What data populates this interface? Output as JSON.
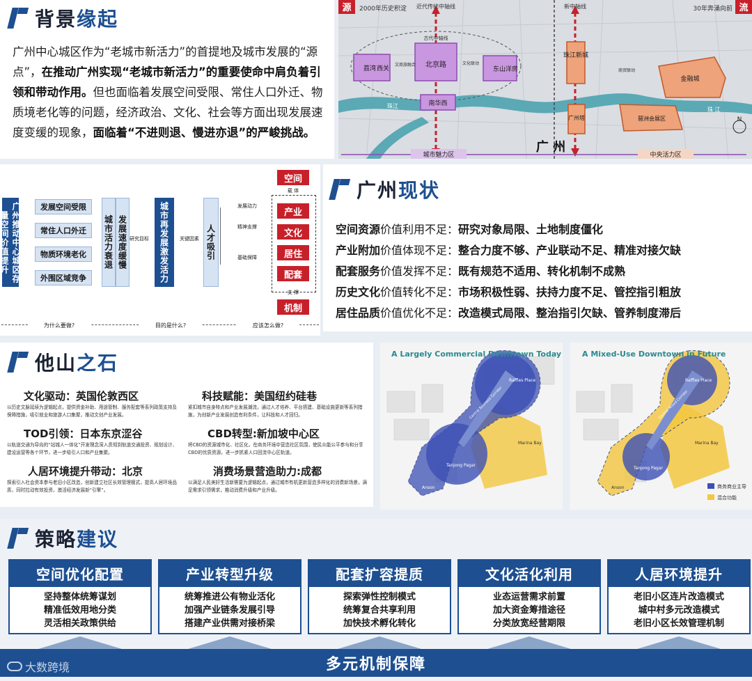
{
  "background": {
    "title_a": "背景",
    "title_b": "缘起",
    "p1": "广州中心城区作为“老城市新活力”的首提地及城市发展的“源点”，",
    "p2": "在推动广州实现“老城市新活力”的重要使命中肩负着引领和带动作用。",
    "p3": "但也面临着发展空间受限、常住人口外迁、物质境老化等的问题，经济政治、文化、社会等方面出现发展速度变缓的现象，",
    "p4": "面临着“不进则退、慢进亦退”的严峻挑战。"
  },
  "map": {
    "badge_left": "源",
    "label_left": "2000年历史积淀",
    "badge_right": "流",
    "label_right": "30年奔涌向前",
    "axis_old": "近代传统中轴线",
    "axis_new": "新中轴线",
    "axis_ancient": "古代中轴线",
    "north": "N",
    "city": "广 州",
    "zone_left": "城市魅力区",
    "zone_right": "中央活力区",
    "areas": [
      "荔湾",
      "西关",
      "北京路",
      "东山",
      "洋房",
      "南华西",
      "珠江新城",
      "广州塔",
      "金融城",
      "琶洲会展区",
      "珠江",
      "珠 江"
    ],
    "links": [
      "文商旅融合",
      "文化联动",
      "商贸联动"
    ]
  },
  "flow": {
    "left_title": "广州推动中心城区存量空间价值提升",
    "items": [
      "发展空间受限",
      "常住人口外迁",
      "物质环境老化",
      "外围区域竞争"
    ],
    "mid1": "城市活力衰退",
    "mid2": "发展速度缓慢",
    "label_goal": "研究目标",
    "mid3": "城市再发展激发活力",
    "label_key": "关键因素",
    "talent": "人才吸引",
    "drives": [
      "发展动力",
      "精神支撑",
      "基础保障"
    ],
    "top": "空间",
    "carrier": "载 体",
    "factors": [
      "产业",
      "文化",
      "居住",
      "配套"
    ],
    "support": "支 撑",
    "bottom": "机制",
    "q1": "为什么要做?",
    "q2": "目的是什么?",
    "q3": "应该怎么做?"
  },
  "status": {
    "title_a": "广州",
    "title_b": "现状",
    "rows": [
      {
        "k": "空间资源",
        "m": "价值利用不足：",
        "v": "研究对象局限、土地制度僵化"
      },
      {
        "k": "产业附加",
        "m": "价值体现不足：",
        "v": "整合力度不够、产业联动不足、精准对接欠缺"
      },
      {
        "k": "配套服务",
        "m": "价值发挥不足：",
        "v": "既有规范不适用、转化机制不成熟"
      },
      {
        "k": "历史文化",
        "m": "价值转化不足：",
        "v": "市场积极性弱、扶持力度不足、管控指引粗放"
      },
      {
        "k": "居住品质",
        "m": "价值优化不足：",
        "v": "改造模式局限、整治指引欠缺、管养制度滞后"
      }
    ]
  },
  "stones": {
    "title_a": "他山",
    "title_b": "之石",
    "cases": [
      {
        "h": "文化驱动：英国伦敦西区",
        "d": "以历史文脉延续为逻辑起点，提供资金补助、用途管制、服务配套等系列政策支持及保障措施，吸引就业和旅游人口集聚，推动文创产业发展。"
      },
      {
        "h": "科技赋能：美国纽约硅巷",
        "d": "紧扣城市自身特点和产业发展潮流，通过人才培养、平台搭建、基础设施更新等系列措施，为创新产业发展创造有利条件，让科技和人才回归。"
      },
      {
        "h": "TOD引领：日本东京涩谷",
        "d": "以轨道交通为导向的“站城人一体化”开发理念深入贯彻到轨道交通投资、规划设计、建设运营等各个环节，进一步吸引人口和产业集聚。"
      },
      {
        "h": "CBD转型:新加坡中心区",
        "d": "将CBD的资源城市化、社区化，在商务环境中营造社区氛围，使民众能公平参与和分享CBD的优质资源，进一步抓紧人口回流中心区轨道。"
      },
      {
        "h": "人居环境提升带动：北京",
        "d": "探索引入社会资本参与老旧小区改造，创新建立社区长效管理模式，提高人居环境品质，同时拉动有效投资，激活经济发展新“引擎”。"
      },
      {
        "h": "消费场景营造助力:成都",
        "d": "以满足人民美好生活新需要为逻辑起点，通过城市有机更新营造多样化的消费新场景，满足需求引领需求，推动消费升级和产业升级。"
      }
    ]
  },
  "sg_left": {
    "title": "A Largely Commercial Downtown Today",
    "places": [
      "Raffles Place",
      "Marina Bay",
      "Tanjong Pagar",
      "Anson",
      "Central Business Corridor"
    ]
  },
  "sg_right": {
    "title": "A Mixed-Use Downtown in Future",
    "places": [
      "Raffles Place",
      "Marina Bay",
      "Tanjong Pagar",
      "Anson",
      "Central Mixed Corridor"
    ],
    "legend": [
      "商务商业主导",
      "混合功能"
    ]
  },
  "strategy": {
    "title_a": "策略",
    "title_b": "建议",
    "cols": [
      {
        "h": "空间优化配置",
        "l": [
          "坚持整体统筹谋划",
          "精准低效用地分类",
          "灵活相关政策供给"
        ]
      },
      {
        "h": "产业转型升级",
        "l": [
          "统筹推进公有物业活化",
          "加强产业链条发展引导",
          "搭建产业供需对接桥梁"
        ]
      },
      {
        "h": "配套扩容提质",
        "l": [
          "探索弹性控制模式",
          "统筹复合共享利用",
          "加快技术孵化转化"
        ]
      },
      {
        "h": "文化活化利用",
        "l": [
          "业态运营需求前置",
          "加大资金筹措途径",
          "分类放宽经营期限"
        ]
      },
      {
        "h": "人居环境提升",
        "l": [
          "老旧小区连片改造模式",
          "城中村多元改造模式",
          "老旧小区长效管理机制"
        ]
      }
    ],
    "base": "多元机制保障",
    "watermark": "大数跨境"
  },
  "colors": {
    "primary": "#1d4f91",
    "red": "#c8202a",
    "purple": "#b57ad6",
    "orange": "#e8956a",
    "blue_zone": "#3c50b4",
    "yellow_zone": "#f3c740"
  }
}
